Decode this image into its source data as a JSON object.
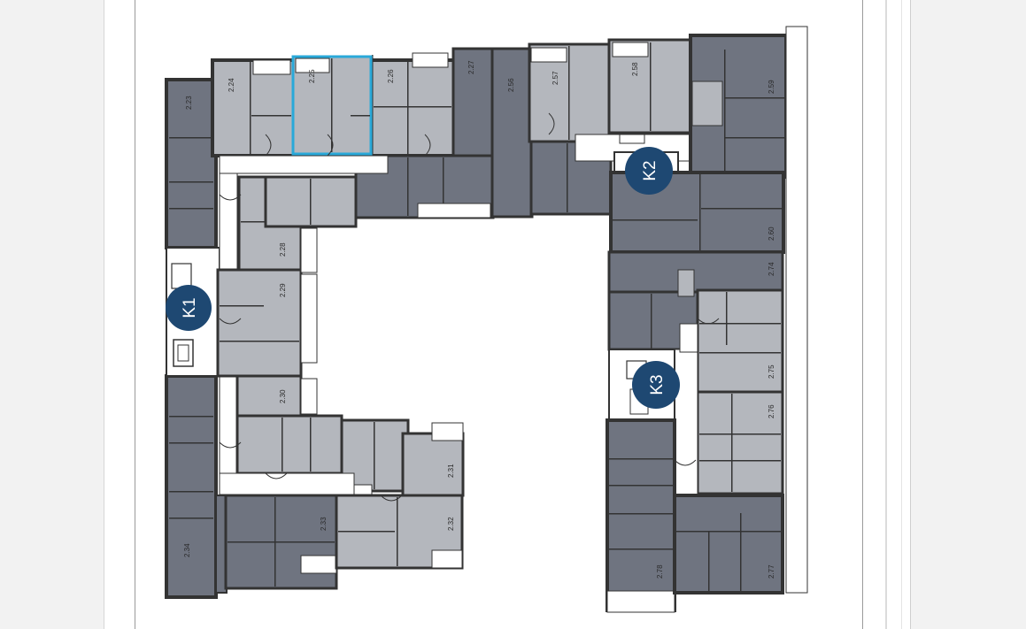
{
  "colors": {
    "wall": "#333333",
    "room_light": "#b4b7bd",
    "room_dark": "#6f7480",
    "corridor": "#ffffff",
    "section_marker": "#1e4872",
    "highlight": "#29a9d9"
  },
  "sections": [
    {
      "id": "k1",
      "label": "K1"
    },
    {
      "id": "k2",
      "label": "K2"
    },
    {
      "id": "k3",
      "label": "K3"
    }
  ],
  "apartments": {
    "a223": "2.23",
    "a224": "2.24",
    "a225": "2.25",
    "a226": "2.26",
    "a227": "2.27",
    "a256": "2.56",
    "a257": "2.57",
    "a258": "2.58",
    "a259": "2.59",
    "a260": "2.60",
    "a274": "2.74",
    "a275": "2.75",
    "a276": "2.76",
    "a277": "2.77",
    "a278": "2.78",
    "a228": "2.28",
    "a229": "2.29",
    "a230": "2.30",
    "a231": "2.31",
    "a232": "2.32",
    "a233": "2.33",
    "a234": "2.34"
  },
  "selected_apartment": "2.25"
}
